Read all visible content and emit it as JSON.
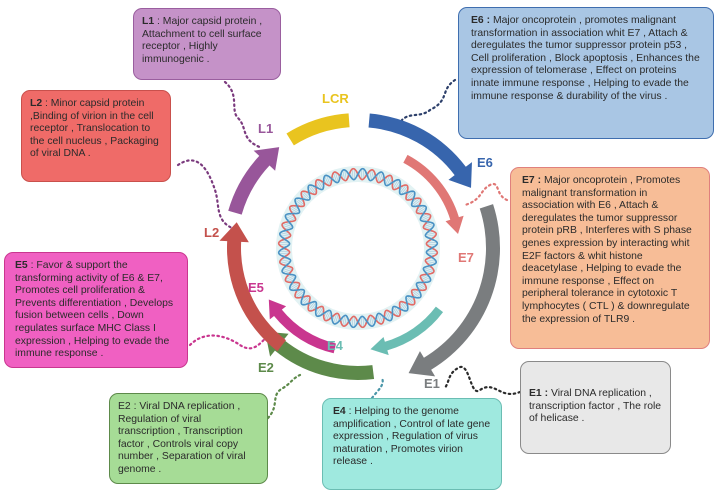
{
  "title": "HPV genome organization and gene functions",
  "center": {
    "name": "circular-dsDNA-genome"
  },
  "genes": [
    {
      "id": "LCR",
      "label": "LCR",
      "color": "#e9c41f"
    },
    {
      "id": "E6",
      "label": "E6",
      "color": "#3765ad"
    },
    {
      "id": "E7",
      "label": "E7",
      "color": "#e07775"
    },
    {
      "id": "E1",
      "label": "E1",
      "color": "#7a7d7f"
    },
    {
      "id": "E4",
      "label": "E4",
      "color": "#6bbdb3"
    },
    {
      "id": "E2",
      "label": "E2",
      "color": "#5d8a4a"
    },
    {
      "id": "E5",
      "label": "E5",
      "color": "#c9368f"
    },
    {
      "id": "L2",
      "label": "L2",
      "color": "#c4514c"
    },
    {
      "id": "L1",
      "label": "L1",
      "color": "#98569a"
    }
  ],
  "boxes": {
    "L1": {
      "title": "L1",
      "text": " : Major capsid protein , Attachment to cell surface receptor , Highly immunogenic .",
      "bg": "#c592c8",
      "border": "#9a5e9f"
    },
    "E6": {
      "title": "E6 :",
      "text": " Major oncoprotein , promotes malignant transformation in association whit E7 , Attach & deregulates the tumor suppressor protein p53 , Cell proliferation ,  Block apoptosis , Enhances the expression of telomerase , Effect on proteins innate immune response , Helping  to evade the immune response & durability of the virus .",
      "bg": "#a9c6e4",
      "border": "#3f6eaf"
    },
    "L2": {
      "title": "L2",
      "text": " : Minor capsid protein ,Binding of virion in the cell receptor , Translocation to the cell nucleus , Packaging of viral DNA .",
      "bg": "#ef6b68",
      "border": "#c9504c"
    },
    "E7": {
      "title": "E7 :",
      "text": " Major oncoprotein , Promotes malignant transformation in association with E6 , Attach & deregulates the tumor suppressor protein pRB , Interferes with S phase genes expression by interacting whit E2F factors & whit histone deacetylase , Helping to evade the immune response , Effect on peripheral tolerance in cytotoxic T lymphocytes ( CTL ) & downregulate the expression of TLR9 .",
      "bg": "#f7bd97",
      "border": "#e0807d"
    },
    "E5": {
      "title": "E5",
      "text": " : Favor & support the transforming activity of E6 & E7, Promotes cell proliferation & Prevents differentiation , Develops fusion between cells , Down regulates surface MHC Class I expression , Helping to evade the immune response .",
      "bg": "#f060c2",
      "border": "#c9368f"
    },
    "E2": {
      "title": "",
      "text": "E2 : Viral DNA replication , Regulation of viral transcription , Transcription factor , Controls viral copy number , Separation of viral genome .",
      "bg": "#a6dc96",
      "border": "#5d8a4a"
    },
    "E4": {
      "title": "E4",
      "text": " : Helping to the genome amplification , Control of late gene expression , Regulation of virus maturation , Promotes virion release .",
      "bg": "#9fe9df",
      "border": "#6bbdb3"
    },
    "E1": {
      "title": "E1 :",
      "text": " Viral DNA replication , transcription factor , The role of helicase .",
      "bg": "#e8e8e8",
      "border": "#8a8a8a"
    }
  }
}
